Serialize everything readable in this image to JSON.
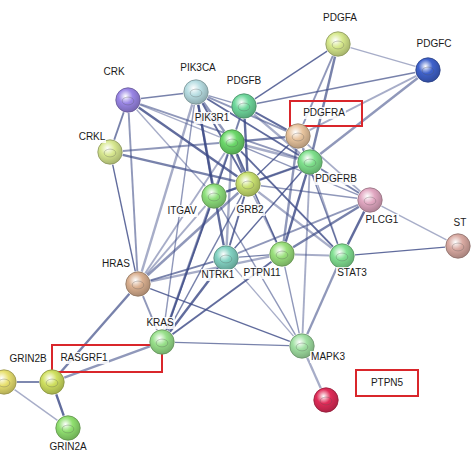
{
  "diagram": {
    "nodes": [
      {
        "text": [
          "PDGFA"
        ]
      },
      {
        "text": [
          "PDGFC"
        ]
      },
      {
        "text": [
          "PIK3CA"
        ]
      },
      {
        "text": [
          "CRK"
        ]
      },
      {
        "text": [
          "PDGFB"
        ]
      },
      {
        "text": [
          "PDGFRA"
        ]
      },
      {
        "text": [
          "PIK3R1"
        ]
      },
      {
        "text": [
          "PDGFRB"
        ]
      },
      {
        "text": [
          "CRKL"
        ]
      },
      {
        "text": [
          "ITGAV"
        ]
      },
      {
        "text": [
          "GRB2"
        ]
      },
      {
        "text": [
          "PLCG1"
        ]
      },
      {
        "text": [
          "ST"
        ]
      },
      {
        "text": [
          "HRAS"
        ]
      },
      {
        "text": [
          "NTRK1"
        ]
      },
      {
        "text": [
          "PTPN11"
        ]
      },
      {
        "text": [
          "STAT3"
        ]
      },
      {
        "text": [
          "KRAS"
        ]
      },
      {
        "text": [
          "MAPK3"
        ]
      },
      {
        "text": [
          "PTPN5"
        ]
      },
      {
        "text": [
          "RASGRF1"
        ]
      },
      {
        "text": [
          "GRIN2B"
        ]
      },
      {
        "text": [
          "GRIN2A"
        ]
      }
    ],
    "edges": [
      {
        "from": 0,
        "to": 1,
        "arrow": "none"
      },
      {
        "from": 0,
        "to": 5,
        "arrow": "none"
      },
      {
        "from": 0,
        "to": 7,
        "arrow": "none"
      },
      {
        "from": 0,
        "to": 4,
        "arrow": "none"
      },
      {
        "from": 1,
        "to": 5,
        "arrow": "none"
      },
      {
        "from": 1,
        "to": 7,
        "arrow": "none"
      },
      {
        "from": 1,
        "to": 4,
        "arrow": "none"
      },
      {
        "from": 4,
        "to": 5,
        "arrow": "none"
      },
      {
        "from": 4,
        "to": 7,
        "arrow": "none"
      },
      {
        "from": 4,
        "to": 2,
        "arrow": "none"
      },
      {
        "from": 4,
        "to": 6,
        "arrow": "none"
      },
      {
        "from": 4,
        "to": 10,
        "arrow": "none"
      },
      {
        "from": 5,
        "to": 7,
        "arrow": "none"
      },
      {
        "from": 5,
        "to": 2,
        "arrow": "none"
      },
      {
        "from": 5,
        "to": 6,
        "arrow": "none"
      },
      {
        "from": 5,
        "to": 10,
        "arrow": "none"
      },
      {
        "from": 5,
        "to": 11,
        "arrow": "none"
      },
      {
        "from": 5,
        "to": 15,
        "arrow": "none"
      },
      {
        "from": 5,
        "to": 16,
        "arrow": "none"
      },
      {
        "from": 7,
        "to": 2,
        "arrow": "none"
      },
      {
        "from": 7,
        "to": 6,
        "arrow": "none"
      },
      {
        "from": 7,
        "to": 10,
        "arrow": "none"
      },
      {
        "from": 7,
        "to": 11,
        "arrow": "none"
      },
      {
        "from": 7,
        "to": 15,
        "arrow": "none"
      },
      {
        "from": 7,
        "to": 16,
        "arrow": "none"
      },
      {
        "from": 7,
        "to": 3,
        "arrow": "none"
      },
      {
        "from": 7,
        "to": 9,
        "arrow": "none"
      },
      {
        "from": 7,
        "to": 14,
        "arrow": "none"
      },
      {
        "from": 7,
        "to": 18,
        "arrow": "none"
      },
      {
        "from": 2,
        "to": 6,
        "arrow": "none"
      },
      {
        "from": 2,
        "to": 3,
        "arrow": "none"
      },
      {
        "from": 2,
        "to": 10,
        "arrow": "none"
      },
      {
        "from": 2,
        "to": 13,
        "arrow": "none"
      },
      {
        "from": 2,
        "to": 17,
        "arrow": "none"
      },
      {
        "from": 2,
        "to": 9,
        "arrow": "none"
      },
      {
        "from": 2,
        "to": 14,
        "arrow": "none"
      },
      {
        "from": 6,
        "to": 3,
        "arrow": "none"
      },
      {
        "from": 6,
        "to": 8,
        "arrow": "none"
      },
      {
        "from": 6,
        "to": 10,
        "arrow": "none"
      },
      {
        "from": 6,
        "to": 15,
        "arrow": "none"
      },
      {
        "from": 6,
        "to": 13,
        "arrow": "none"
      },
      {
        "from": 6,
        "to": 17,
        "arrow": "none"
      },
      {
        "from": 6,
        "to": 9,
        "arrow": "none"
      },
      {
        "from": 6,
        "to": 16,
        "arrow": "none"
      },
      {
        "from": 6,
        "to": 14,
        "arrow": "none"
      },
      {
        "from": 6,
        "to": 11,
        "arrow": "none"
      },
      {
        "from": 3,
        "to": 8,
        "arrow": "none"
      },
      {
        "from": 3,
        "to": 10,
        "arrow": "none"
      },
      {
        "from": 3,
        "to": 9,
        "arrow": "none"
      },
      {
        "from": 3,
        "to": 13,
        "arrow": "none"
      },
      {
        "from": 8,
        "to": 10,
        "arrow": "none"
      },
      {
        "from": 8,
        "to": 13,
        "arrow": "none"
      },
      {
        "from": 10,
        "to": 15,
        "arrow": "none"
      },
      {
        "from": 10,
        "to": 13,
        "arrow": "none"
      },
      {
        "from": 10,
        "to": 17,
        "arrow": "none"
      },
      {
        "from": 10,
        "to": 14,
        "arrow": "none"
      },
      {
        "from": 10,
        "to": 16,
        "arrow": "none"
      },
      {
        "from": 10,
        "to": 11,
        "arrow": "none"
      },
      {
        "from": 10,
        "to": 9,
        "arrow": "none"
      },
      {
        "from": 11,
        "to": 16,
        "arrow": "none"
      },
      {
        "from": 11,
        "to": 12,
        "arrow": "none"
      },
      {
        "from": 11,
        "to": 14,
        "arrow": "none"
      },
      {
        "from": 11,
        "to": 15,
        "arrow": "none"
      },
      {
        "from": 16,
        "to": 12,
        "arrow": "none"
      },
      {
        "from": 16,
        "to": 15,
        "arrow": "none"
      },
      {
        "from": 16,
        "to": 18,
        "arrow": "none"
      },
      {
        "from": 15,
        "to": 14,
        "arrow": "none"
      },
      {
        "from": 15,
        "to": 17,
        "arrow": "none"
      },
      {
        "from": 15,
        "to": 13,
        "arrow": "none"
      },
      {
        "from": 15,
        "to": 18,
        "arrow": "none"
      },
      {
        "from": 14,
        "to": 13,
        "arrow": "none"
      },
      {
        "from": 14,
        "to": 17,
        "arrow": "none"
      },
      {
        "from": 14,
        "to": 18,
        "arrow": "none"
      },
      {
        "from": 13,
        "to": 17,
        "arrow": "none"
      },
      {
        "from": 13,
        "to": 20,
        "arrow": "none"
      },
      {
        "from": 13,
        "to": 18,
        "arrow": "none"
      },
      {
        "from": 13,
        "to": 9,
        "arrow": "none"
      },
      {
        "from": 17,
        "to": 20,
        "arrow": "none"
      },
      {
        "from": 17,
        "to": 18,
        "arrow": "none"
      },
      {
        "from": 17,
        "to": 9,
        "arrow": "none"
      },
      {
        "from": 18,
        "to": 19,
        "arrow": "none"
      },
      {
        "from": 18,
        "to": 9,
        "arrow": "none"
      },
      {
        "from": 20,
        "to": 21,
        "arrow": "none"
      },
      {
        "from": 20,
        "to": 22,
        "arrow": "none"
      },
      {
        "from": 21,
        "to": 22,
        "arrow": "none"
      }
    ]
  }
}
